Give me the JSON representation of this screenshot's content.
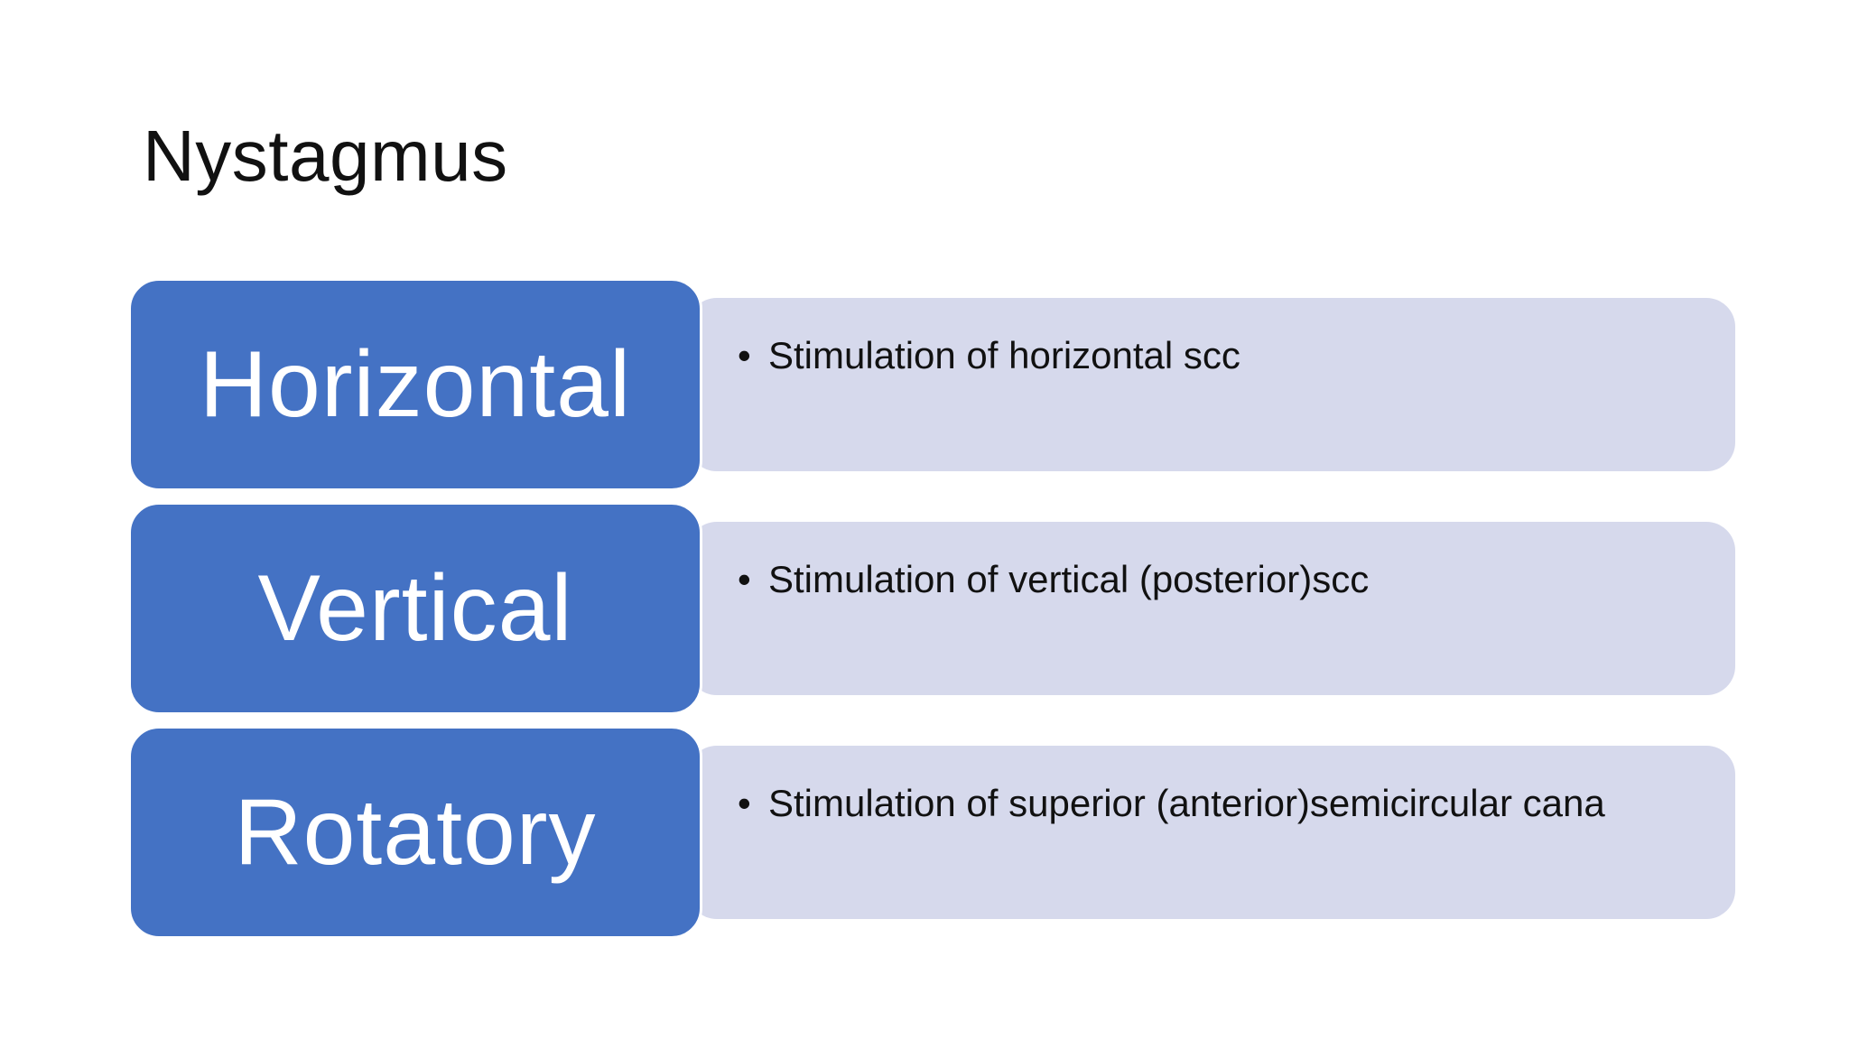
{
  "slide": {
    "title": "Nystagmus",
    "bullet_glyph": "•",
    "items": [
      {
        "label": "Horizontal",
        "detail": "Stimulation of horizontal scc"
      },
      {
        "label": "Vertical",
        "detail": "Stimulation of vertical (posterior)scc"
      },
      {
        "label": "Rotatory",
        "detail": "Stimulation of superior (anterior)semicircular cana"
      }
    ]
  },
  "colors": {
    "label_fill": "#4472c4",
    "detail_fill": "#d6d9ec",
    "text_dark": "#111111",
    "text_light": "#ffffff"
  }
}
